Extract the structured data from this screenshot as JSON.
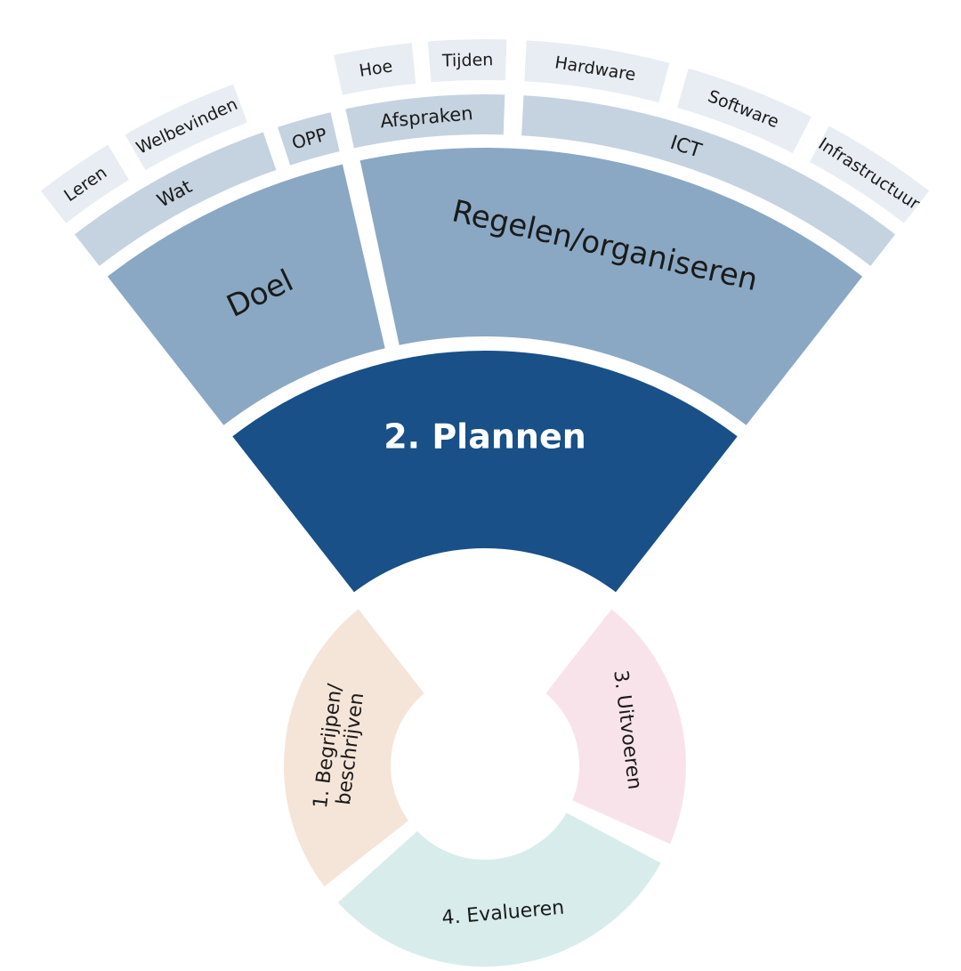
{
  "title": "2. Plannen",
  "colors": {
    "plannen": "#185087",
    "level1": "#8aa8c3",
    "level2": "#c5d3e0",
    "level3": "#e8edf4",
    "begrijpen": "#f5e4d8",
    "uitvoeren": "#f9e3ea",
    "evalueren": "#d8ecec"
  },
  "fan": {
    "center": "2. Plannen",
    "level1": [
      "Doel",
      "Regelen/organiseren"
    ],
    "level2": [
      "Wat",
      "OPP",
      "Afspraken",
      "ICT"
    ],
    "level3": [
      "Leren",
      "Welbevinden",
      "Hoe",
      "Tijden",
      "Hardware",
      "Software",
      "Infrastructuur"
    ]
  },
  "cycle": {
    "begrijpen_line1": "1. Begrijpen/",
    "begrijpen_line2": "beschrijven",
    "uitvoeren": "3. Uitvoeren",
    "evalueren": "4. Evalueren"
  }
}
